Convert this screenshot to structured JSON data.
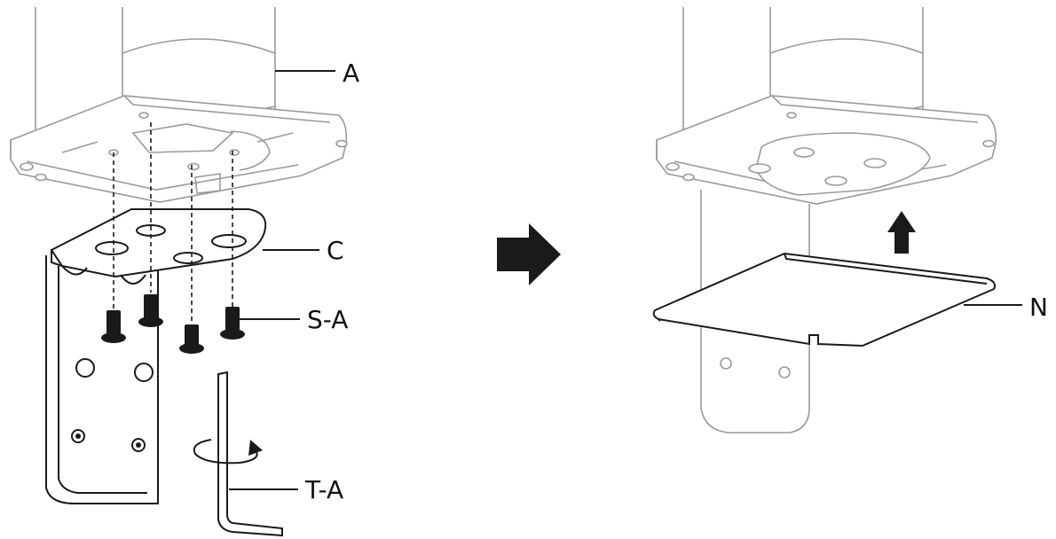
{
  "labels": {
    "column": "A",
    "bracket_plate": "C",
    "screws": "S-A",
    "hex_key": "T-A",
    "cover_plate": "N"
  },
  "colors": {
    "line_dark": "#1a1a1a",
    "line_faint": "#9a9a9a",
    "background": "#ffffff"
  },
  "icons": {
    "step_arrow": "right-arrow-icon",
    "lift_arrow": "up-arrow-icon",
    "rotate": "rotate-icon"
  }
}
